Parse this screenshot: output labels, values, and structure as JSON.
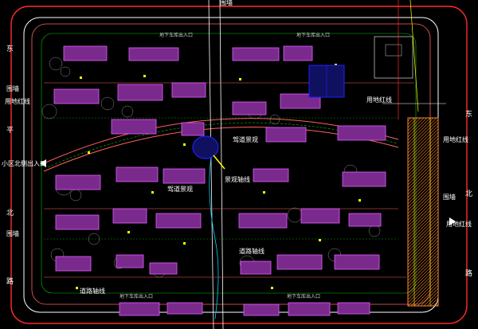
{
  "texts": {
    "top_road": "围墙",
    "west_road_a": "东",
    "west_road_b": "平",
    "west_road_c": "北",
    "west_road_d": "路",
    "west_wall": "围墙",
    "west_wall_b": "围墙",
    "west_greenline": "用地红线",
    "west_entrance": "小区北侧出入口",
    "central_drive": "驾道景观",
    "central_drive_b": "驾道景观",
    "central_landscape": "景观轴线",
    "central_landscape_b": "道路轴线",
    "bottom_landscape": "道路轴线",
    "east_greenline": "用地红线",
    "east_greenline_b": "用地红线",
    "east_label": "围墙",
    "north_redline": "用地红线",
    "parking_entry": "地下车库出入口",
    "parking_entry_b": "地下车库出入口",
    "parking_entry_c": "地下车库出入口",
    "parking_entry_d": "地下车库出入口",
    "right_edge_a": "东",
    "right_edge_b": "北",
    "right_edge_c": "路"
  },
  "colors": {
    "background": "#000000",
    "redline": "#ff2a2a",
    "wall": "#ffffff",
    "road_green": "#00c400",
    "building_fill": "#7a2a8c",
    "building_edge": "#e060ff",
    "tree_yellow": "#ffff00",
    "cyan": "#00d0ff",
    "blue": "#2020ff",
    "orange": "#ff8a2a"
  }
}
